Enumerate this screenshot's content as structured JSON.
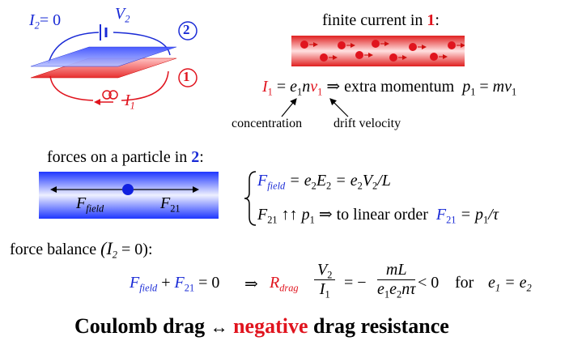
{
  "setup": {
    "label_I2_eq_0": "= 0",
    "label_V2": "V",
    "label_I1": "I",
    "layer_top_num": "2",
    "layer_bottom_num": "1"
  },
  "finite_current": {
    "title_prefix": "finite current in ",
    "title_layer": "1",
    "title_suffix": ":"
  },
  "current_eq": {
    "I1": "I",
    "equals": " = ",
    "e1": "e",
    "n": "n",
    "v1": "v",
    "implies": " ⇒ ",
    "extra_momentum": "extra momentum",
    "p1": "p",
    "eq2": " = ",
    "mv": "mv",
    "concentration": "concentration",
    "drift_velocity": "drift velocity"
  },
  "forces": {
    "title_prefix": "forces on a particle in ",
    "title_layer": "2",
    "title_suffix": ":",
    "F_field_label": "F",
    "F_field_sub": "field",
    "F21_label": "F",
    "F21_sub": "21"
  },
  "equations": {
    "line1_F": "F",
    "line1_sub": "field",
    "line1_rhs_a": " = e",
    "line1_rhs_b": "E",
    "line1_rhs_c": " = e",
    "line1_rhs_d": "V",
    "line1_rhs_e": "/L",
    "line2_F": "F",
    "line2_sub": "21",
    "line2_arrows": " ↑↑ ",
    "line2_p": "p",
    "line2_implies": " ⇒ ",
    "line2_text": "to linear order",
    "line2_F2": "F",
    "line2_F2_sub": "21",
    "line2_rhs": " = p",
    "line2_rhs_tail": "/τ"
  },
  "force_balance": {
    "title": "force balance",
    "cond": "(I",
    "cond_tail": " = 0):",
    "eq_F": "F",
    "eq_F_sub": "field",
    "eq_plus": " + ",
    "eq_F2": "F",
    "eq_F2_sub": "21",
    "eq_zero": " = 0",
    "implies": "⇒",
    "R": "R",
    "R_sub": "drag",
    "frac1_num": "V",
    "frac1_den": "I",
    "eq_minus": "= −",
    "frac2_num": "mL",
    "frac2_den": "e",
    "lt_zero": "< 0",
    "for_text": "for",
    "cond_e": "e",
    "cond_eq": " = e"
  },
  "footer": {
    "prefix": "Coulomb drag ",
    "arrow": "↔",
    "highlight": "negative",
    "suffix": " drag resistance"
  },
  "colors": {
    "blue": "#1a2bd6",
    "red": "#e0141e",
    "text": "#000000"
  }
}
